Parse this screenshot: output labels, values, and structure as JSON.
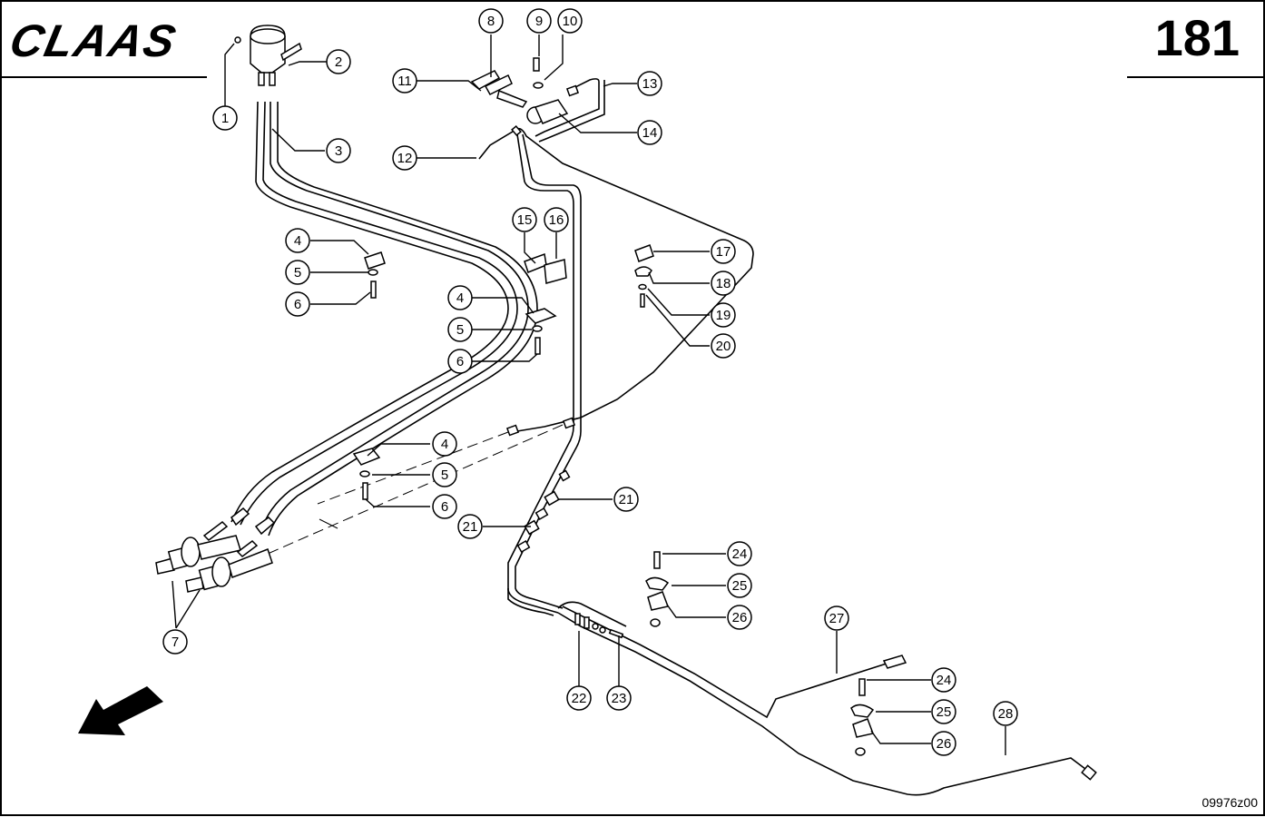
{
  "header": {
    "brand": "CLAAS",
    "page_number": "181"
  },
  "footer": {
    "drawing_number": "09976z00"
  },
  "callouts": [
    "1",
    "2",
    "3",
    "4",
    "5",
    "6",
    "4",
    "5",
    "6",
    "4",
    "5",
    "6",
    "7",
    "8",
    "9",
    "10",
    "11",
    "12",
    "13",
    "14",
    "15",
    "16",
    "17",
    "18",
    "19",
    "20",
    "21",
    "21",
    "22",
    "23",
    "24",
    "25",
    "26",
    "27",
    "24",
    "25",
    "26",
    "28"
  ],
  "colors": {
    "line": "#000000",
    "background": "#ffffff"
  }
}
